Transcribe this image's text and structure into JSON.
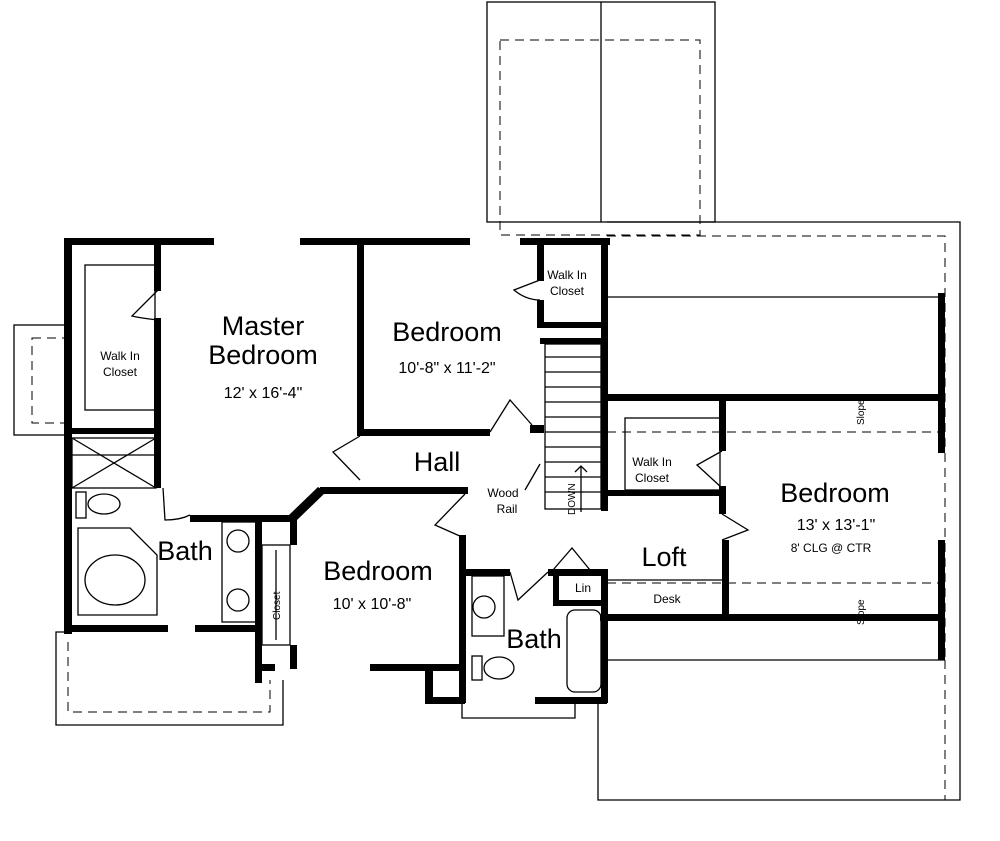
{
  "rooms": {
    "master_bedroom": {
      "line1": "Master",
      "line2": "Bedroom",
      "size": "12' x 16'-4\""
    },
    "master_closet": {
      "line1": "Walk In",
      "line2": "Closet"
    },
    "bedroom_2": {
      "name": "Bedroom",
      "size": "10'-8\" x 11'-2\""
    },
    "bedroom_2_closet": {
      "line1": "Walk In",
      "line2": "Closet"
    },
    "hall": {
      "name": "Hall"
    },
    "wood_rail": {
      "line1": "Wood",
      "line2": "Rail"
    },
    "stairs": {
      "label": "DOWN"
    },
    "master_bath": {
      "name": "Bath"
    },
    "bedroom_3": {
      "name": "Bedroom",
      "size": "10' x 10'-8\""
    },
    "bedroom_3_closet": {
      "name": "Closet"
    },
    "bath_2": {
      "name": "Bath"
    },
    "linen": {
      "name": "Lin"
    },
    "loft": {
      "name": "Loft"
    },
    "desk": {
      "name": "Desk"
    },
    "bedroom_4": {
      "name": "Bedroom",
      "size": "13' x 13'-1\"",
      "ceiling": "8' CLG @ CTR"
    },
    "bedroom_4_closet": {
      "line1": "Walk In",
      "line2": "Closet"
    },
    "slope_top": "Slope",
    "slope_bottom": "Slope"
  }
}
